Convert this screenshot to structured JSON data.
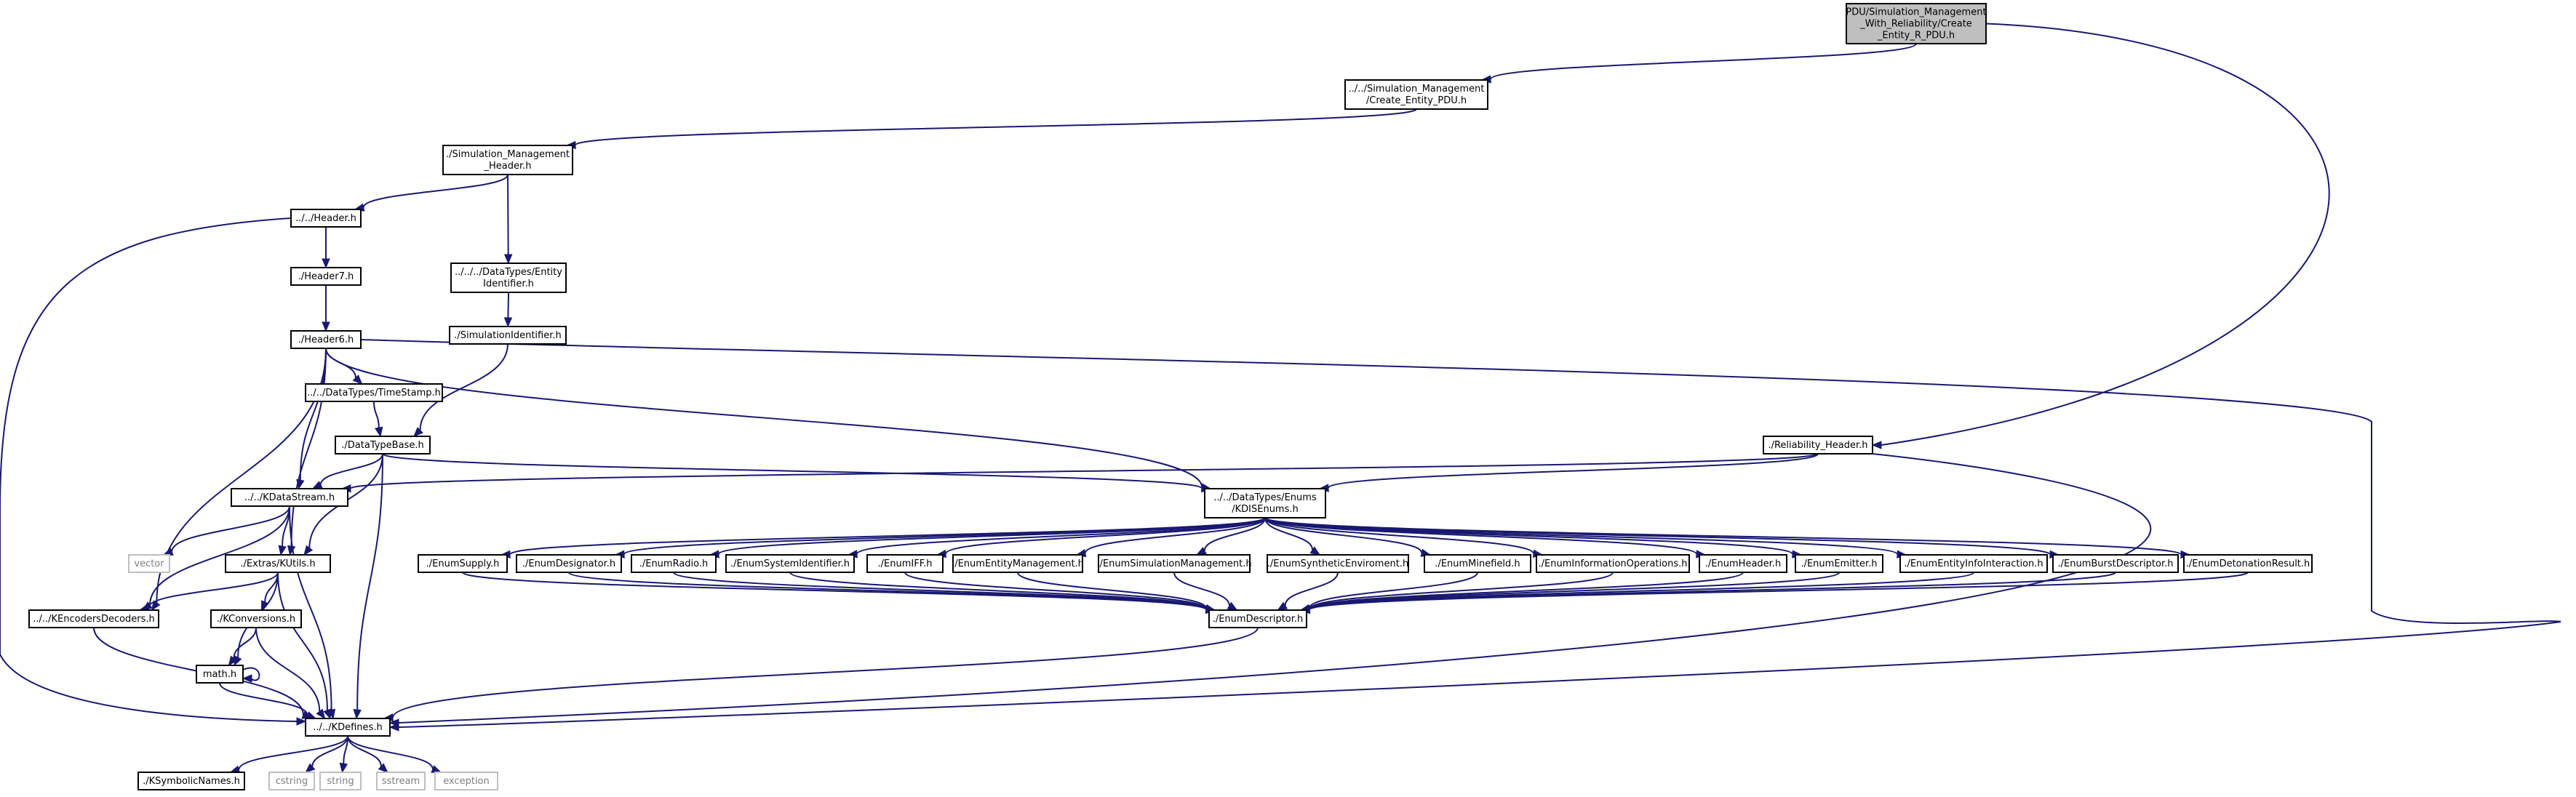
{
  "colors": {
    "edge": "#191970",
    "node_border": "#000000",
    "external_border": "#bfbfbf",
    "external_text": "#7f7f7f",
    "root_fill": "#bfbfbf",
    "node_fill": "#ffffff"
  },
  "nodes": [
    {
      "id": "root",
      "lines": [
        "PDU/Simulation_Management",
        "_With_Reliability/Create",
        "_Entity_R_PDU.h"
      ],
      "kind": "root"
    },
    {
      "id": "create_entity",
      "lines": [
        "../../Simulation_Management",
        "/Create_Entity_PDU.h"
      ],
      "kind": "file"
    },
    {
      "id": "sim_mgmt_header",
      "lines": [
        "./Simulation_Management",
        "_Header.h"
      ],
      "kind": "file"
    },
    {
      "id": "header",
      "lines": [
        "../../Header.h"
      ],
      "kind": "file"
    },
    {
      "id": "entity_identifier",
      "lines": [
        "../../../DataTypes/Entity",
        "Identifier.h"
      ],
      "kind": "file"
    },
    {
      "id": "header7",
      "lines": [
        "./Header7.h"
      ],
      "kind": "file"
    },
    {
      "id": "simulation_identifier",
      "lines": [
        "./SimulationIdentifier.h"
      ],
      "kind": "file"
    },
    {
      "id": "header6",
      "lines": [
        "./Header6.h"
      ],
      "kind": "file"
    },
    {
      "id": "timestamp",
      "lines": [
        "../../DataTypes/TimeStamp.h"
      ],
      "kind": "file"
    },
    {
      "id": "datatypebase",
      "lines": [
        "./DataTypeBase.h"
      ],
      "kind": "file"
    },
    {
      "id": "reliability_header",
      "lines": [
        "./Reliability_Header.h"
      ],
      "kind": "file"
    },
    {
      "id": "kdatastream",
      "lines": [
        "../../KDataStream.h"
      ],
      "kind": "file"
    },
    {
      "id": "kdisenums",
      "lines": [
        "../../DataTypes/Enums",
        "/KDISEnums.h"
      ],
      "kind": "file"
    },
    {
      "id": "vector",
      "lines": [
        "vector"
      ],
      "kind": "external"
    },
    {
      "id": "kutils",
      "lines": [
        "./Extras/KUtils.h"
      ],
      "kind": "file"
    },
    {
      "id": "kencoders",
      "lines": [
        "../../KEncodersDecoders.h"
      ],
      "kind": "file"
    },
    {
      "id": "kconversions",
      "lines": [
        "./KConversions.h"
      ],
      "kind": "file"
    },
    {
      "id": "math",
      "lines": [
        "math.h"
      ],
      "kind": "file"
    },
    {
      "id": "kdefines",
      "lines": [
        "../../KDefines.h"
      ],
      "kind": "file"
    },
    {
      "id": "ksymbolic",
      "lines": [
        "./KSymbolicNames.h"
      ],
      "kind": "file"
    },
    {
      "id": "cstring",
      "lines": [
        "cstring"
      ],
      "kind": "external"
    },
    {
      "id": "string",
      "lines": [
        "string"
      ],
      "kind": "external"
    },
    {
      "id": "sstream",
      "lines": [
        "sstream"
      ],
      "kind": "external"
    },
    {
      "id": "exception",
      "lines": [
        "exception"
      ],
      "kind": "external"
    },
    {
      "id": "enumdescriptor",
      "lines": [
        "./EnumDescriptor.h"
      ],
      "kind": "file"
    },
    {
      "id": "e_supply",
      "lines": [
        "./EnumSupply.h"
      ],
      "kind": "file"
    },
    {
      "id": "e_designator",
      "lines": [
        "./EnumDesignator.h"
      ],
      "kind": "file"
    },
    {
      "id": "e_radio",
      "lines": [
        "./EnumRadio.h"
      ],
      "kind": "file"
    },
    {
      "id": "e_sysid",
      "lines": [
        "./EnumSystemIdentifier.h"
      ],
      "kind": "file"
    },
    {
      "id": "e_iff",
      "lines": [
        "./EnumIFF.h"
      ],
      "kind": "file"
    },
    {
      "id": "e_entmgmt",
      "lines": [
        "./EnumEntityManagement.h"
      ],
      "kind": "file"
    },
    {
      "id": "e_simmgmt",
      "lines": [
        "./EnumSimulationManagement.h"
      ],
      "kind": "file"
    },
    {
      "id": "e_synth",
      "lines": [
        "./EnumSyntheticEnviroment.h"
      ],
      "kind": "file"
    },
    {
      "id": "e_minefield",
      "lines": [
        "./EnumMinefield.h"
      ],
      "kind": "file"
    },
    {
      "id": "e_infoops",
      "lines": [
        "./EnumInformationOperations.h"
      ],
      "kind": "file"
    },
    {
      "id": "e_header",
      "lines": [
        "./EnumHeader.h"
      ],
      "kind": "file"
    },
    {
      "id": "e_emitter",
      "lines": [
        "./EnumEmitter.h"
      ],
      "kind": "file"
    },
    {
      "id": "e_entinfo",
      "lines": [
        "./EnumEntityInfoInteraction.h"
      ],
      "kind": "file"
    },
    {
      "id": "e_burst",
      "lines": [
        "./EnumBurstDescriptor.h"
      ],
      "kind": "file"
    },
    {
      "id": "e_detonation",
      "lines": [
        "./EnumDetonationResult.h"
      ],
      "kind": "file"
    }
  ],
  "edges": [
    [
      "root",
      "create_entity"
    ],
    [
      "root",
      "reliability_header"
    ],
    [
      "create_entity",
      "sim_mgmt_header"
    ],
    [
      "sim_mgmt_header",
      "header"
    ],
    [
      "sim_mgmt_header",
      "entity_identifier"
    ],
    [
      "header",
      "header7"
    ],
    [
      "header",
      "kdefines"
    ],
    [
      "entity_identifier",
      "simulation_identifier"
    ],
    [
      "header7",
      "header6"
    ],
    [
      "simulation_identifier",
      "datatypebase"
    ],
    [
      "header6",
      "timestamp"
    ],
    [
      "header6",
      "kdatastream"
    ],
    [
      "header6",
      "kutils"
    ],
    [
      "header6",
      "kencoders"
    ],
    [
      "header6",
      "kdisenums"
    ],
    [
      "header6",
      "kdefines"
    ],
    [
      "timestamp",
      "datatypebase"
    ],
    [
      "datatypebase",
      "kdatastream"
    ],
    [
      "datatypebase",
      "kutils"
    ],
    [
      "datatypebase",
      "kdisenums"
    ],
    [
      "datatypebase",
      "kdefines"
    ],
    [
      "reliability_header",
      "kdatastream"
    ],
    [
      "reliability_header",
      "kdisenums"
    ],
    [
      "reliability_header",
      "kdefines"
    ],
    [
      "kdatastream",
      "vector"
    ],
    [
      "kdatastream",
      "kutils"
    ],
    [
      "kdatastream",
      "kencoders"
    ],
    [
      "kdatastream",
      "kdefines"
    ],
    [
      "kutils",
      "kencoders"
    ],
    [
      "kutils",
      "kconversions"
    ],
    [
      "kutils",
      "math"
    ],
    [
      "kutils",
      "kdefines"
    ],
    [
      "kconversions",
      "math"
    ],
    [
      "kconversions",
      "kdefines"
    ],
    [
      "math",
      "math"
    ],
    [
      "math",
      "kdefines"
    ],
    [
      "kencoders",
      "kdefines"
    ],
    [
      "kdefines",
      "ksymbolic"
    ],
    [
      "kdefines",
      "cstring"
    ],
    [
      "kdefines",
      "string"
    ],
    [
      "kdefines",
      "sstream"
    ],
    [
      "kdefines",
      "exception"
    ],
    [
      "kdisenums",
      "e_supply"
    ],
    [
      "kdisenums",
      "e_designator"
    ],
    [
      "kdisenums",
      "e_radio"
    ],
    [
      "kdisenums",
      "e_sysid"
    ],
    [
      "kdisenums",
      "e_iff"
    ],
    [
      "kdisenums",
      "e_entmgmt"
    ],
    [
      "kdisenums",
      "e_simmgmt"
    ],
    [
      "kdisenums",
      "e_synth"
    ],
    [
      "kdisenums",
      "e_minefield"
    ],
    [
      "kdisenums",
      "e_infoops"
    ],
    [
      "kdisenums",
      "e_header"
    ],
    [
      "kdisenums",
      "e_emitter"
    ],
    [
      "kdisenums",
      "e_entinfo"
    ],
    [
      "kdisenums",
      "e_burst"
    ],
    [
      "kdisenums",
      "e_detonation"
    ],
    [
      "e_supply",
      "enumdescriptor"
    ],
    [
      "e_designator",
      "enumdescriptor"
    ],
    [
      "e_radio",
      "enumdescriptor"
    ],
    [
      "e_sysid",
      "enumdescriptor"
    ],
    [
      "e_iff",
      "enumdescriptor"
    ],
    [
      "e_entmgmt",
      "enumdescriptor"
    ],
    [
      "e_simmgmt",
      "enumdescriptor"
    ],
    [
      "e_synth",
      "enumdescriptor"
    ],
    [
      "e_minefield",
      "enumdescriptor"
    ],
    [
      "e_infoops",
      "enumdescriptor"
    ],
    [
      "e_header",
      "enumdescriptor"
    ],
    [
      "e_emitter",
      "enumdescriptor"
    ],
    [
      "e_entinfo",
      "enumdescriptor"
    ],
    [
      "e_burst",
      "enumdescriptor"
    ],
    [
      "e_detonation",
      "enumdescriptor"
    ],
    [
      "enumdescriptor",
      "kdefines"
    ]
  ]
}
